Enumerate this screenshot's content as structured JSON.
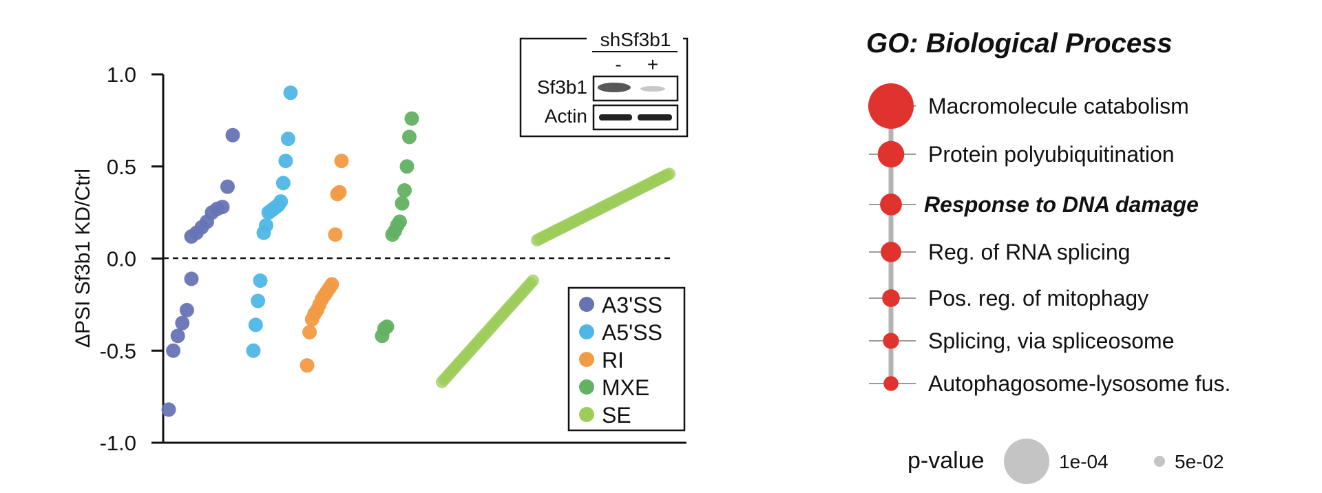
{
  "chart_data": [
    {
      "type": "scatter",
      "title": "",
      "ylabel": "ΔPSI Sf3b1 KD/Ctrl",
      "xlabel": "",
      "ylim": [
        -1.0,
        1.0
      ],
      "yticks": [
        "1.0",
        "0.5",
        "0.0",
        "-0.5",
        "-1.0"
      ],
      "reference_line": {
        "y": 0,
        "style": "dashed"
      },
      "legend": {
        "placement": "bottom-right",
        "entries": [
          "A3'SS",
          "A5'SS",
          "RI",
          "MXE",
          "SE"
        ]
      },
      "series": [
        {
          "name": "A3'SS",
          "color": "#6674b4",
          "values": [
            0.12,
            0.14,
            0.17,
            0.2,
            0.25,
            0.27,
            0.28,
            0.39,
            0.67,
            -0.82,
            -0.5,
            -0.42,
            -0.35,
            -0.28,
            -0.11
          ]
        },
        {
          "name": "A5'SS",
          "color": "#4fb7e6",
          "values": [
            0.14,
            0.18,
            0.25,
            0.26,
            0.27,
            0.28,
            0.29,
            0.31,
            0.41,
            0.53,
            0.65,
            0.9,
            -0.5,
            -0.36,
            -0.23,
            -0.12
          ]
        },
        {
          "name": "RI",
          "color": "#f29a45",
          "values": [
            0.13,
            0.35,
            0.36,
            0.53,
            -0.58,
            -0.4,
            -0.33,
            -0.3,
            -0.28,
            -0.25,
            -0.22,
            -0.2,
            -0.18,
            -0.16,
            -0.14
          ]
        },
        {
          "name": "MXE",
          "color": "#63b162",
          "values": [
            0.13,
            0.15,
            0.18,
            0.2,
            0.3,
            0.37,
            0.5,
            0.66,
            0.76,
            -0.42,
            -0.38,
            -0.37
          ]
        },
        {
          "name": "SE",
          "color": "#9ccc59",
          "n_positive": 60,
          "positive_range": [
            0.1,
            0.46
          ],
          "n_negative": 40,
          "negative_range": [
            -0.67,
            -0.12
          ]
        }
      ],
      "inset": {
        "header": "shSf3b1",
        "conditions": [
          "-",
          "+"
        ],
        "rows": [
          "Sf3b1",
          "Actin"
        ]
      }
    },
    {
      "type": "dot",
      "title": "GO: Biological Process",
      "marker_color": "#e0332e",
      "terms": [
        {
          "label": "Macromolecule catabolism",
          "p_value": 0.0001,
          "highlight": false
        },
        {
          "label": "Protein polyubiquitination",
          "p_value": 0.003,
          "highlight": false
        },
        {
          "label": "Response to DNA damage",
          "p_value": 0.007,
          "highlight": true
        },
        {
          "label": "Reg. of RNA splicing",
          "p_value": 0.009,
          "highlight": false
        },
        {
          "label": "Pos. reg. of mitophagy",
          "p_value": 0.015,
          "highlight": false
        },
        {
          "label": "Splicing, via spliceosome",
          "p_value": 0.02,
          "highlight": false
        },
        {
          "label": "Autophagosome-lysosome fus.",
          "p_value": 0.025,
          "highlight": false
        }
      ],
      "highlight_color": "#e0332e",
      "size_legend": {
        "title": "p-value",
        "entries": [
          {
            "label": "1e-04",
            "p_value": 0.0001
          },
          {
            "label": "5e-02",
            "p_value": 0.05
          }
        ],
        "color": "#c4c4c4"
      }
    }
  ]
}
